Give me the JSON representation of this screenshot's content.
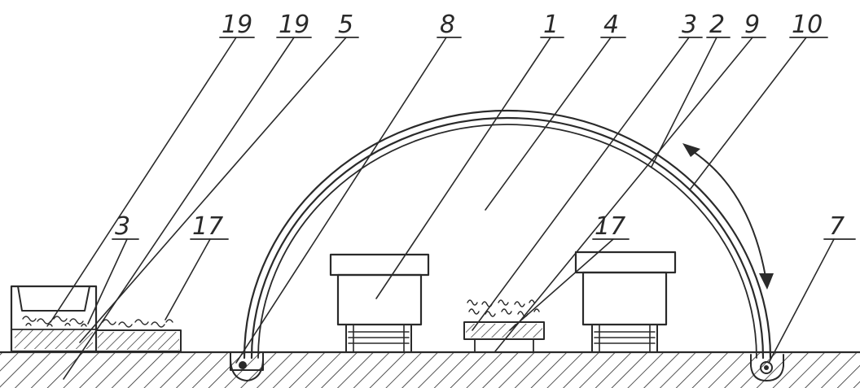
{
  "callouts": [
    {
      "id": "c19a",
      "label": "19"
    },
    {
      "id": "c19b",
      "label": "19"
    },
    {
      "id": "c5",
      "label": "5"
    },
    {
      "id": "c8",
      "label": "8"
    },
    {
      "id": "c1",
      "label": "1"
    },
    {
      "id": "c4",
      "label": "4"
    },
    {
      "id": "c3top",
      "label": "3"
    },
    {
      "id": "c2",
      "label": "2"
    },
    {
      "id": "c9",
      "label": "9"
    },
    {
      "id": "c10",
      "label": "10"
    },
    {
      "id": "c3left",
      "label": "3"
    },
    {
      "id": "c17left",
      "label": "17"
    },
    {
      "id": "c17mid",
      "label": "17"
    },
    {
      "id": "c7",
      "label": "7"
    }
  ],
  "colors": {
    "ink": "#2a2a2a",
    "paper": "#ffffff"
  }
}
